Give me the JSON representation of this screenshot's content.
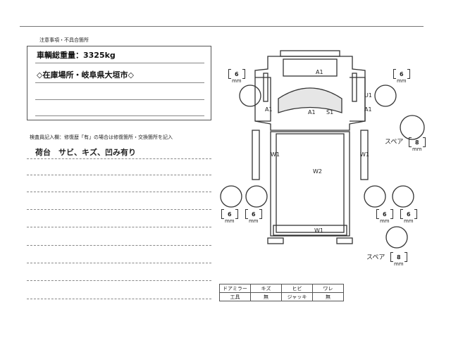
{
  "notes": {
    "title": "注意事項・不具合箇所",
    "lines": [
      "車輌総重量：3325kg",
      "◇在庫場所・岐阜県大垣市◇"
    ]
  },
  "inspector": {
    "title": "検査員記入欄：修復歴「有」の場合は修復箇所・交換箇所を記入",
    "remark": "荷台　サビ、キズ、凹み有り"
  },
  "tires": {
    "front_left": "6",
    "front_right": "6",
    "rear_left_outer": "6",
    "rear_left_inner": "6",
    "rear_right_inner": "6",
    "rear_right_outer": "6",
    "spare_1": "8",
    "spare_2": "8",
    "unit": "mm",
    "spare_label": "スペア"
  },
  "diagram_marks": {
    "hood": "A1",
    "left_door": "A1",
    "right_door": "U1",
    "right_door_a": "A1",
    "front_a": "A1",
    "front_s": "S1",
    "bed_left": "W1",
    "bed_right": "W1",
    "bed_floor": "W2",
    "tailgate": "W1"
  },
  "tools_table": {
    "row1": [
      "ドアミラー",
      "キズ",
      "ヒビ",
      "ワレ"
    ],
    "row2": [
      "工具",
      "無",
      "ジャッキ",
      "無"
    ]
  }
}
